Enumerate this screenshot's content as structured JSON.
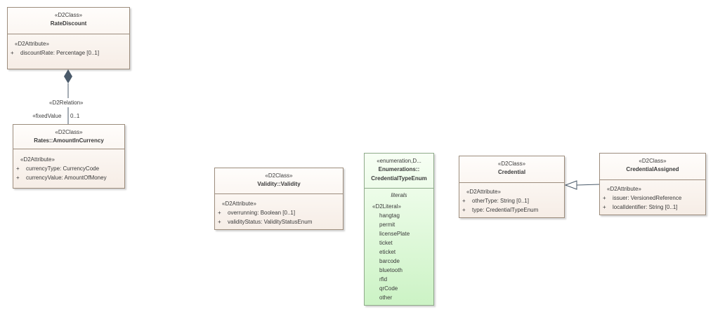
{
  "rate_discount": {
    "stereotype": "«D2Class»",
    "name": "RateDiscount",
    "attr_stereotype": "«D2Attribute»",
    "attributes": [
      {
        "vis": "+",
        "text": "discountRate: Percentage [0..1]"
      }
    ]
  },
  "relation": {
    "stereotype": "«D2Relation»",
    "role": "+fixedValue",
    "multiplicity": "0..1"
  },
  "amount_in_currency": {
    "stereotype": "«D2Class»",
    "name": "Rates::AmountInCurrency",
    "attr_stereotype": "«D2Attribute»",
    "attributes": [
      {
        "vis": "+",
        "text": "currencyType: CurrencyCode"
      },
      {
        "vis": "+",
        "text": "currencyValue: AmountOfMoney"
      }
    ]
  },
  "validity": {
    "stereotype": "«D2Class»",
    "name": "Validity::Validity",
    "attr_stereotype": "«D2Attribute»",
    "attributes": [
      {
        "vis": "+",
        "text": "overrunning: Boolean [0..1]"
      },
      {
        "vis": "+",
        "text": "validityStatus: ValidityStatusEnum"
      }
    ]
  },
  "credential_type_enum": {
    "stereotype": "«enumeration,D...",
    "name_line1": "Enumerations::",
    "name_line2": "CredentialTypeEnum",
    "literals_label": "literals",
    "literal_stereotype": "«D2Literal»",
    "literals": [
      "hangtag",
      "permit",
      "licensePlate",
      "ticket",
      "eticket",
      "barcode",
      "bluetooth",
      "rfid",
      "qrCode",
      "other"
    ]
  },
  "credential": {
    "stereotype": "«D2Class»",
    "name": "Credential",
    "attr_stereotype": "«D2Attribute»",
    "attributes": [
      {
        "vis": "+",
        "text": "otherType: String [0..1]"
      },
      {
        "vis": "+",
        "text": "type: CredentialTypeEnum"
      }
    ]
  },
  "credential_assigned": {
    "stereotype": "«D2Class»",
    "name": "CredentialAssigned",
    "attr_stereotype": "«D2Attribute»",
    "attributes": [
      {
        "vis": "+",
        "text": "issuer: VersionedReference"
      },
      {
        "vis": "+",
        "text": "localIdentifier: String [0..1]"
      }
    ]
  },
  "colors": {
    "class_fill": "#f6ede6",
    "enum_fill": "#ccf3c5",
    "border": "#9c8c7c",
    "connector": "#4a5a6a"
  }
}
